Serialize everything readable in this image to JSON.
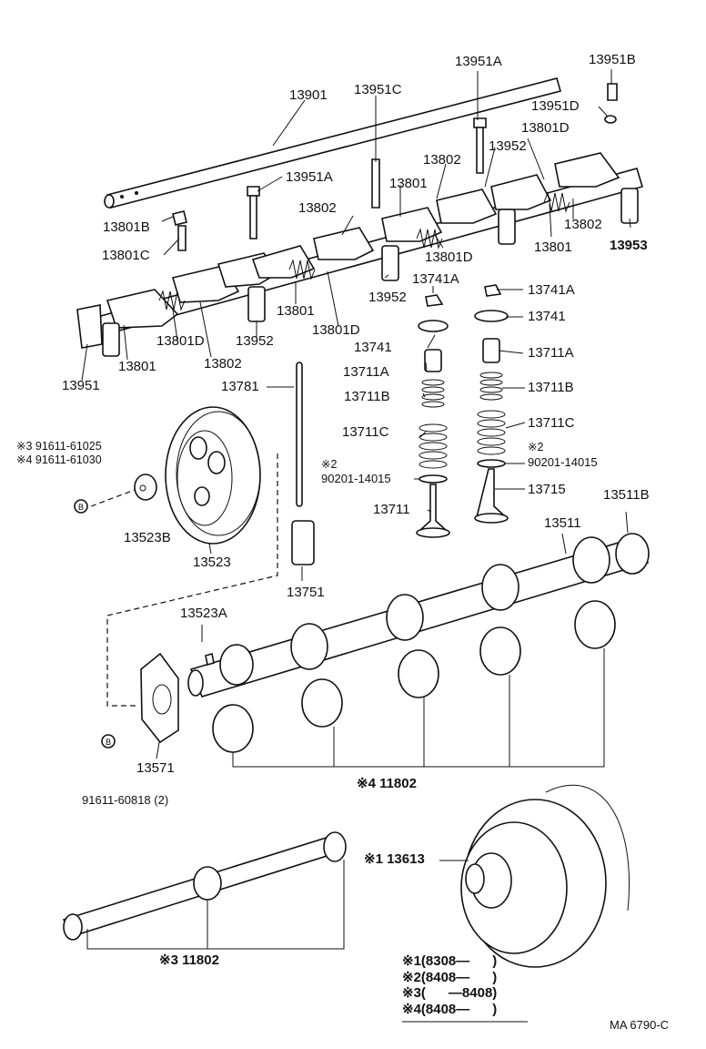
{
  "labels": {
    "p13901": "13901",
    "p13951c": "13951C",
    "p13951a_top": "13951A",
    "p13951b": "13951B",
    "p13951d": "13951D",
    "p13801d_top": "13801D",
    "p13952_top": "13952",
    "p13802_top": "13802",
    "p13801_top": "13801",
    "p13951a_mid": "13951A",
    "p13802_mid": "13802",
    "p13801b": "13801B",
    "p13801c": "13801C",
    "p13802_right": "13802",
    "p13801d_right": "13801D",
    "p13801_right": "13801",
    "p13953": "13953",
    "p13741a_l": "13741A",
    "p13741a_r": "13741A",
    "p13952_mid": "13952",
    "p13801_mid": "13801",
    "p13801d_mid": "13801D",
    "p13801d_left": "13801D",
    "p13952_left": "13952",
    "p13802_left": "13802",
    "p13801_left": "13801",
    "p13951": "13951",
    "p13741_l": "13741",
    "p13741_r": "13741",
    "p13711a_l": "13711A",
    "p13711a_r": "13711A",
    "p13781": "13781",
    "p13711b_l": "13711B",
    "p13711b_r": "13711B",
    "p13711c_l": "13711C",
    "p13711c_r": "13711C",
    "note3_bolt": "※3 91611-61025",
    "note4_bolt": "※4 91611-61030",
    "mark2_l": "※2",
    "mark2_r": "※2",
    "washer_l": "90201-14015",
    "washer_r": "90201-14015",
    "p13711": "13711",
    "p13715": "13715",
    "p13511b": "13511B",
    "p13511": "13511",
    "p13523b": "13523B",
    "p13523": "13523",
    "p13751": "13751",
    "p13523a": "13523A",
    "p13571": "13571",
    "bolt_b": "91611-60818 (2)",
    "p11802_4": "※4 11802",
    "p13613": "※1 13613",
    "p11802_3": "※3 11802",
    "b_marker": "B"
  },
  "legend": [
    "※1(8308—      )",
    "※2(8408—      )",
    "※3(      —8408)",
    "※4(8408—      )"
  ],
  "drawing_code": "MA  6790-C"
}
